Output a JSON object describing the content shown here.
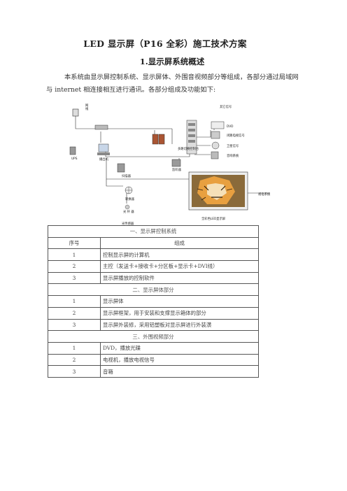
{
  "title": "LED 显示屏（P16 全彩）施工技术方案",
  "subtitle": "1.显示屏系统概述",
  "intro": "本系统由显示屏控制系统、显示屏体、外围音视频部分等组成，各部分通过局域网与 internet 相连接相互进行通讯。各部分组成及功能如下:",
  "diagram": {
    "labels": {
      "network": "网\n线",
      "other_signal": "其它信号",
      "dvd": "DVD",
      "cable_tv": "闭路电视信号",
      "satellite": "卫星信号",
      "audio": "音响系统",
      "multifunction": "多路切换控制台",
      "monitor": "监听器",
      "ups": "UPS",
      "player": "播出机",
      "scanner": "扫描器",
      "converter": "转换器",
      "fiber": "光 纤 器",
      "fiber_sensor": "光传感器",
      "led_screen": "全彩色LED显示屏",
      "tv_system": "视电系统"
    }
  },
  "table": {
    "sections": [
      {
        "title": "一、显示屏控制系统",
        "header": [
          "序号",
          "组成"
        ],
        "rows": [
          [
            "1",
            "控制显示屏的计算机"
          ],
          [
            "2",
            "主控（发送卡+接收卡+分区板+显示卡+DVI线）"
          ],
          [
            "3",
            "显示屏播放的控制软件"
          ]
        ]
      },
      {
        "title": "二、显示屏体部分",
        "rows": [
          [
            "1",
            "显示屏体"
          ],
          [
            "2",
            "显示屏框架，用于安装和支撑显示箱体的部分"
          ],
          [
            "3",
            "显示屏外装修，采用铝塑板对显示屏进行外装潢"
          ]
        ]
      },
      {
        "title": "三、外围视频部分",
        "rows": [
          [
            "1",
            "DVD，播放光碟"
          ],
          [
            "2",
            "电视机，播放电视信号"
          ],
          [
            "3",
            "音箱"
          ]
        ]
      }
    ]
  }
}
